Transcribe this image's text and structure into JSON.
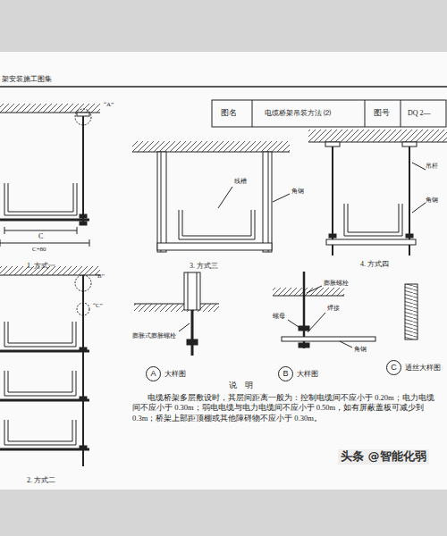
{
  "diagram": {
    "title": "电缆桥架吊装方法 ⑵",
    "nodes": [
      {
        "text": [
          "A",
          "大样图"
        ]
      },
      {
        "text": [
          "B",
          "大样图"
        ]
      },
      {
        "text": [
          "C",
          "通丝大样图"
        ]
      }
    ],
    "labels": [
      "架安装施工图集",
      "图名",
      "图号",
      "DQ 2—",
      "“A”",
      "C",
      "C+80",
      "1. 方式一",
      "线槽",
      "角钢",
      "3. 方式三",
      "吊杆",
      "角钢",
      "4. 方式四",
      "“B”",
      "“C”",
      "2. 方式二",
      "膨胀式膨胀螺栓",
      "膨胀螺栓",
      "螺母",
      "焊接",
      "角钢",
      "说　明",
      "电缆桥架多层敷设时，其层间距离一般为：控制电缆间不应小于 0.20m；电力电缆间不应小于 0.30m；弱电电缆与电力电缆间不应小于 0.50m，如有屏蔽盖板可减少到 0.3m；桥架上部距顶棚或其他障碍物不应小于 0.30m。",
      "头条 @智能化弱"
    ]
  }
}
